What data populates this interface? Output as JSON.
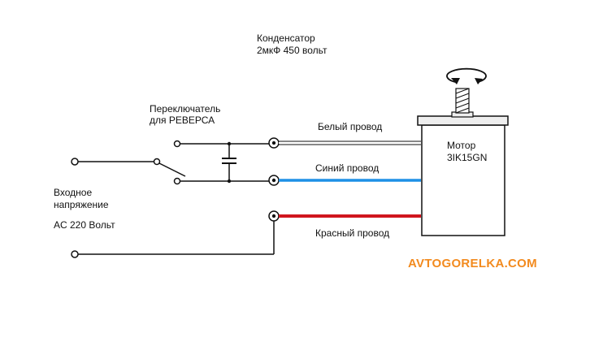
{
  "labels": {
    "capacitor_line1": "Конденсатор",
    "capacitor_line2": "2мкФ  450 вольт",
    "switch_line1": "Переключатель",
    "switch_line2": "для  РЕВЕРСА",
    "white_wire": "Белый провод",
    "blue_wire": "Синий провод",
    "red_wire": "Красный провод",
    "motor_line1": "Мотор",
    "motor_line2": "3IK15GN",
    "input_line1": "Входное",
    "input_line2": "напряжение",
    "input_line3": "AC  220 Вольт"
  },
  "watermark": "AVTOGORELKA.COM",
  "colors": {
    "line": "#111111",
    "white_wire": "#ffffff",
    "blue_wire": "#1e90e6",
    "red_wire": "#d0161e",
    "motor_body": "#ffffff",
    "motor_cap": "#eeeeee",
    "watermark": "#f28a1e"
  },
  "icons": {
    "rotation": "rotation-arrows-icon",
    "shaft": "motor-shaft-icon"
  }
}
